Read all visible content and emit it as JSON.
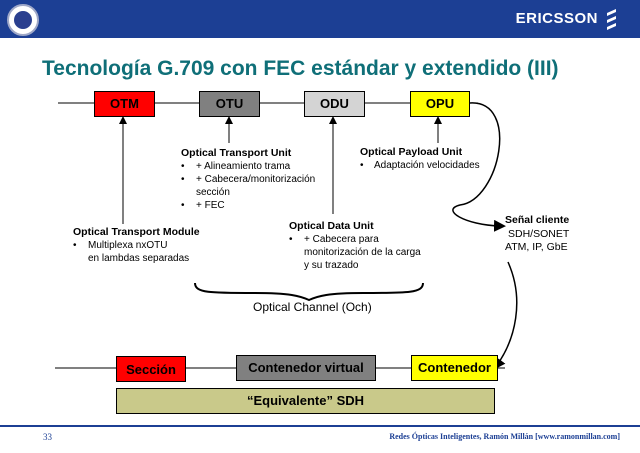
{
  "header": {
    "brand": "ERICSSON",
    "title": "Tecnología G.709 con FEC estándar y extendido (III)"
  },
  "layers": {
    "otm": "OTM",
    "otu": "OTU",
    "odu": "ODU",
    "opu": "OPU",
    "colors": {
      "otm": "#ff0000",
      "otu": "#808080",
      "odu": "#d4d4d4",
      "opu": "#ffff00"
    }
  },
  "otu_desc": {
    "title": "Optical Transport Unit",
    "items": [
      "+ Alineamiento trama",
      "+ Cabecera/monitorización",
      "sección",
      "+ FEC"
    ]
  },
  "opu_desc": {
    "title": "Optical Payload Unit",
    "items": [
      "Adaptación velocidades"
    ]
  },
  "otm_desc": {
    "title": "Optical Transport Module",
    "items": [
      "Multiplexa  nxOTU",
      "en lambdas separadas"
    ]
  },
  "odu_desc": {
    "title": "Optical Data Unit",
    "items": [
      "+ Cabecera para",
      "monitorización de la carga",
      "y su trazado"
    ]
  },
  "channel": {
    "label": "Optical Channel (Och)"
  },
  "client": {
    "title": "Señal cliente",
    "line1": "SDH/SONET",
    "line2": "ATM, IP, GbE"
  },
  "sdh": {
    "seccion": "Sección",
    "contenedor_virtual": "Contenedor virtual",
    "contenedor": "Contenedor",
    "equivalente": "“Equivalente” SDH",
    "colors": {
      "seccion": "#ff0000",
      "contenedor_virtual": "#808080",
      "contenedor": "#ffff00",
      "equivalente": "#c9c98a"
    }
  },
  "footer": {
    "page": "33",
    "credit": "Redes Ópticas Inteligentes, Ramón Millán [www.ramonmillan.com]"
  }
}
